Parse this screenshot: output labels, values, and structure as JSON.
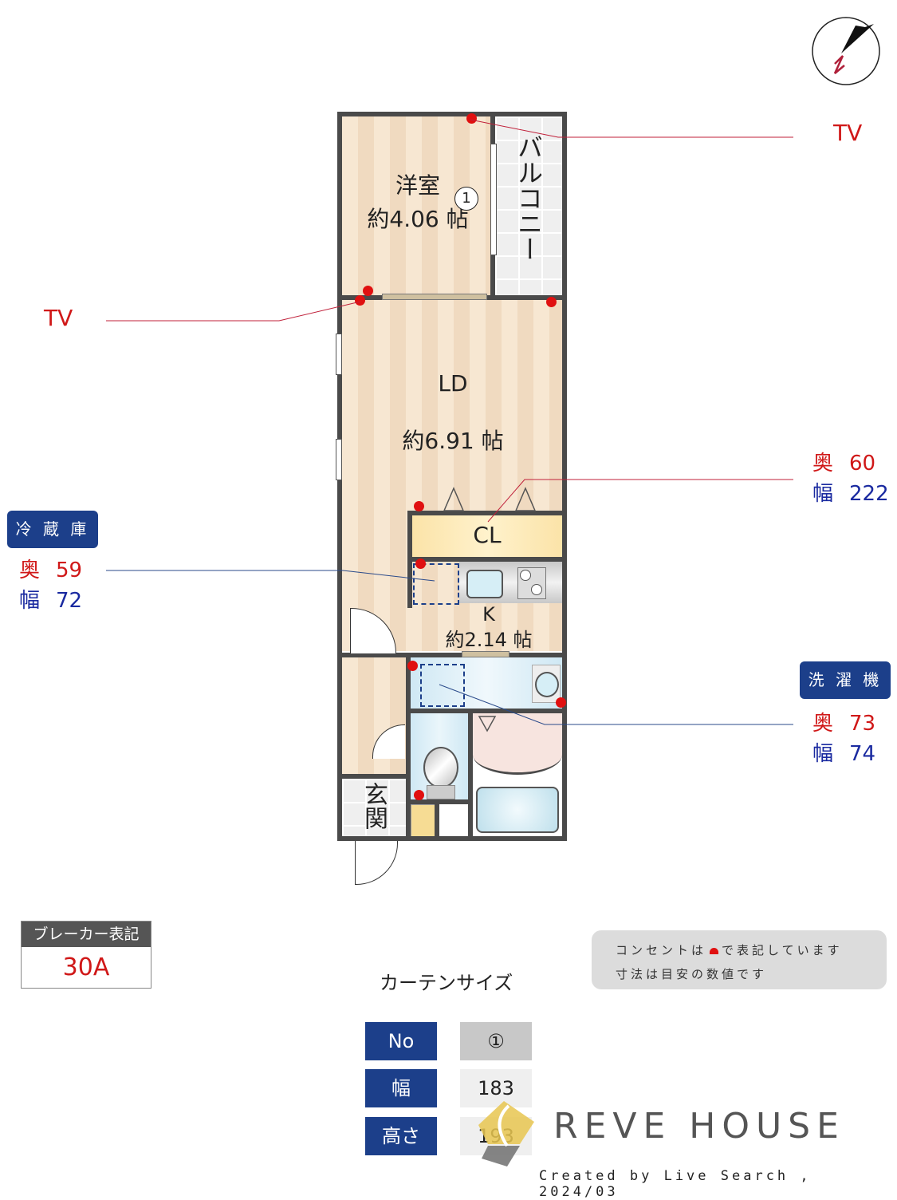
{
  "compass": {
    "label": "N"
  },
  "rooms": {
    "western": {
      "name": "洋室",
      "size": "約4.06 帖",
      "curtain_no": "1"
    },
    "balcony": {
      "name": "バルコニー"
    },
    "ld": {
      "name": "LD",
      "size": "約6.91 帖"
    },
    "closet": {
      "name": "CL"
    },
    "kitchen": {
      "name": "K",
      "size": "約2.14 帖"
    },
    "entrance": {
      "name": "玄関"
    }
  },
  "callouts": {
    "tv_right": "TV",
    "tv_left": "TV",
    "closet_dims": {
      "depth_label": "奥",
      "depth": "60",
      "width_label": "幅",
      "width": "222"
    },
    "fridge": {
      "title": "冷 蔵 庫",
      "depth_label": "奥",
      "depth": "59",
      "width_label": "幅",
      "width": "72"
    },
    "washer": {
      "title": "洗 濯 機",
      "depth_label": "奥",
      "depth": "73",
      "width_label": "幅",
      "width": "74"
    }
  },
  "breaker": {
    "title": "ブレーカー表記",
    "value": "30A"
  },
  "legend": {
    "line1_before": "コンセントは",
    "line1_after": "で表記しています",
    "line2": "寸法は目安の数値です"
  },
  "curtain": {
    "title": "カーテンサイズ",
    "rows": [
      {
        "header": "No",
        "value": "①"
      },
      {
        "header": "幅",
        "value": "183"
      },
      {
        "header": "高さ",
        "value": "193"
      }
    ]
  },
  "brand": {
    "name": "REVE HOUSE",
    "credit": "Created by Live Search , 2024/03"
  },
  "colors": {
    "outlet": "#e01010",
    "tag_bg": "#1c3f8a",
    "depth": "#d01818",
    "width": "#1a2aa0"
  }
}
